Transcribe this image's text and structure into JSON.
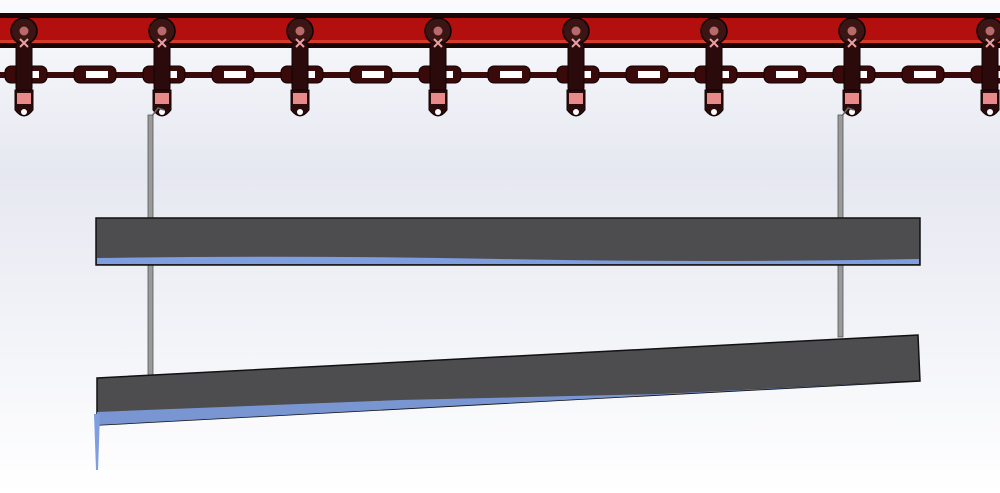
{
  "colors": {
    "rail": "#b30f0f",
    "rail_dark": "#1a0505",
    "chain": "#3a0a0a",
    "pendant_light": "#e88a8a",
    "bar": "#4d4d4f",
    "drip": "#7f9ee0",
    "rod": "#9a9a9a",
    "background_top": "#e9ebf3",
    "background_bottom": "#ffffff"
  },
  "trolley_count": 8,
  "hanger_count": 2,
  "bar_count": 2
}
